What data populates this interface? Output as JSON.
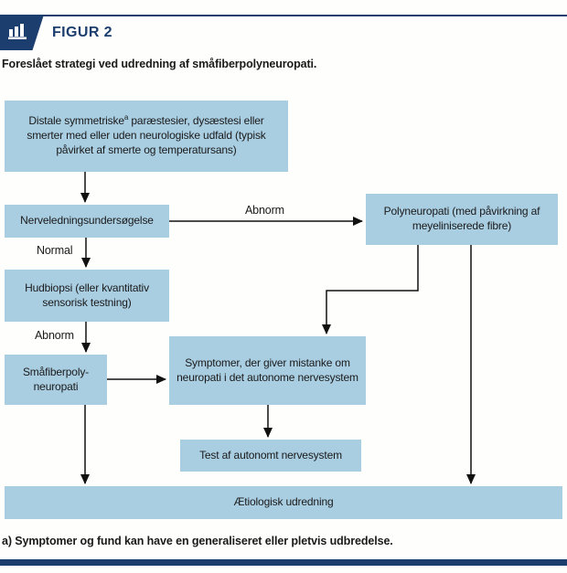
{
  "colors": {
    "navy": "#1c3e6e",
    "box-blue": "#a9cde1",
    "ink": "#1a1a1a",
    "background": "#fefefc"
  },
  "header": {
    "icon": "bar-chart-icon",
    "figure_label": "FIGUR 2",
    "subtitle": "Foreslået strategi ved udredning af småfiberpolyneuropati."
  },
  "flowchart": {
    "boxes": {
      "symptoms_pre": "Distale symmetriske",
      "symptoms_sup": "a",
      "symptoms_post": " paræstesier, dysæstesi eller smerter med eller uden neurologiske udfald (typisk påvirket af smerte og temperatursans)",
      "nerve_conduction": "Nerveledningsundersøgelse",
      "polyneuropathy": "Polyneuropati (med påvirkning af meyeliniserede fibre)",
      "skin_biopsy": "Hudbiopsi (eller kvantitativ sensorisk testning)",
      "small_fiber_neuropathy": "Småfiberpoly-\nneuropati",
      "autonomic_symptoms": "Symptomer, der giver mistanke om neuropati i det autonome nervesystem",
      "autonomic_test": "Test af autonomt nervesystem",
      "etiology": "Ætiologisk udredning"
    },
    "edge_labels": {
      "abnorm_ncs": "Abnorm",
      "normal_ncs": "Normal",
      "abnorm_biopsy": "Abnorm"
    }
  },
  "footnote": "a) Symptomer og fund kan have en generaliseret eller pletvis udbredelse."
}
